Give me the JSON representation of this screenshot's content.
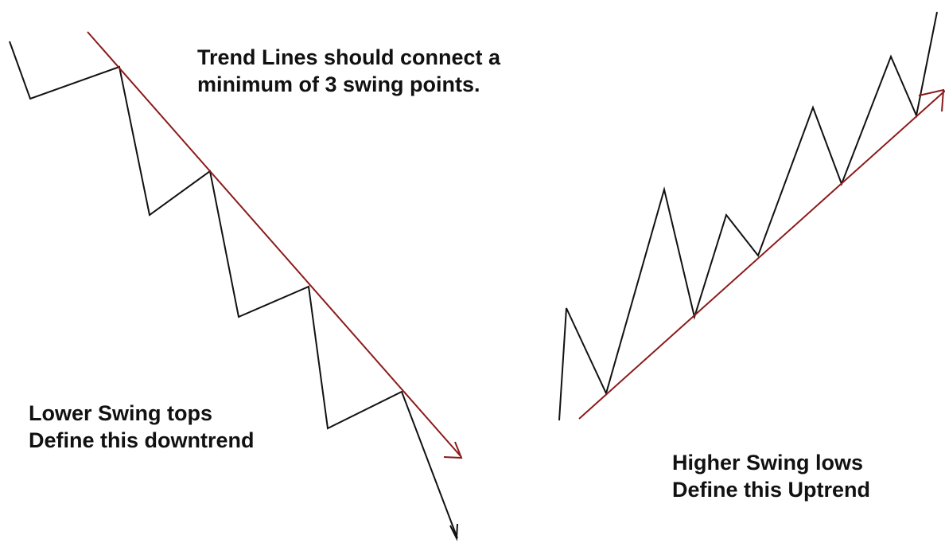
{
  "annotations": {
    "top_note": {
      "line1": "Trend Lines should connect a",
      "line2": "minimum of 3 swing points."
    },
    "downtrend_note": {
      "line1": "Lower Swing tops",
      "line2": "Define this downtrend"
    },
    "uptrend_note": {
      "line1": "Higher Swing lows",
      "line2": "Define this Uptrend"
    }
  },
  "colors": {
    "price_line": "#111111",
    "trend_line": "#8b1a1a",
    "text": "#111111"
  },
  "shapes": {
    "downtrend_price": "zigzag-line",
    "downtrend_trendline": "arrow-line",
    "uptrend_price": "zigzag-line",
    "uptrend_trendline": "arrow-line"
  }
}
